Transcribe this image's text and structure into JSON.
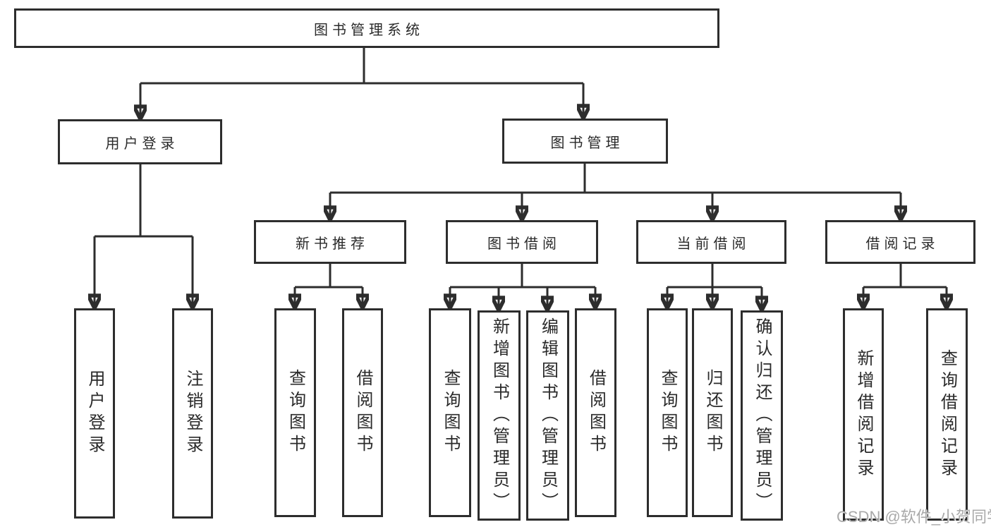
{
  "diagram": {
    "type": "hierarchy",
    "tree": {
      "label": "图书管理系统",
      "children": [
        {
          "label": "用户登录",
          "children": [
            {
              "label": "用户登录"
            },
            {
              "label": "注销登录"
            }
          ]
        },
        {
          "label": "图书管理",
          "children": [
            {
              "label": "新书推荐",
              "children": [
                {
                  "label": "查询图书"
                },
                {
                  "label": "借阅图书"
                }
              ]
            },
            {
              "label": "图书借阅",
              "children": [
                {
                  "label": "查询图书"
                },
                {
                  "label": "新增图书（管理员）"
                },
                {
                  "label": "编辑图书（管理员）"
                },
                {
                  "label": "借阅图书"
                }
              ]
            },
            {
              "label": "当前借阅",
              "children": [
                {
                  "label": "查询图书"
                },
                {
                  "label": "归还图书"
                },
                {
                  "label": "确认归还（管理员）"
                }
              ]
            },
            {
              "label": "借阅记录",
              "children": [
                {
                  "label": "新增借阅记录"
                },
                {
                  "label": "查询借阅记录"
                }
              ]
            }
          ]
        }
      ]
    },
    "watermark": "CSDN @软件_小贺同学",
    "colors": {
      "line": "#2d2d2d",
      "box_border": "#2d2d2d",
      "watermark": "#a9a9a9",
      "background": "#ffffff"
    }
  }
}
